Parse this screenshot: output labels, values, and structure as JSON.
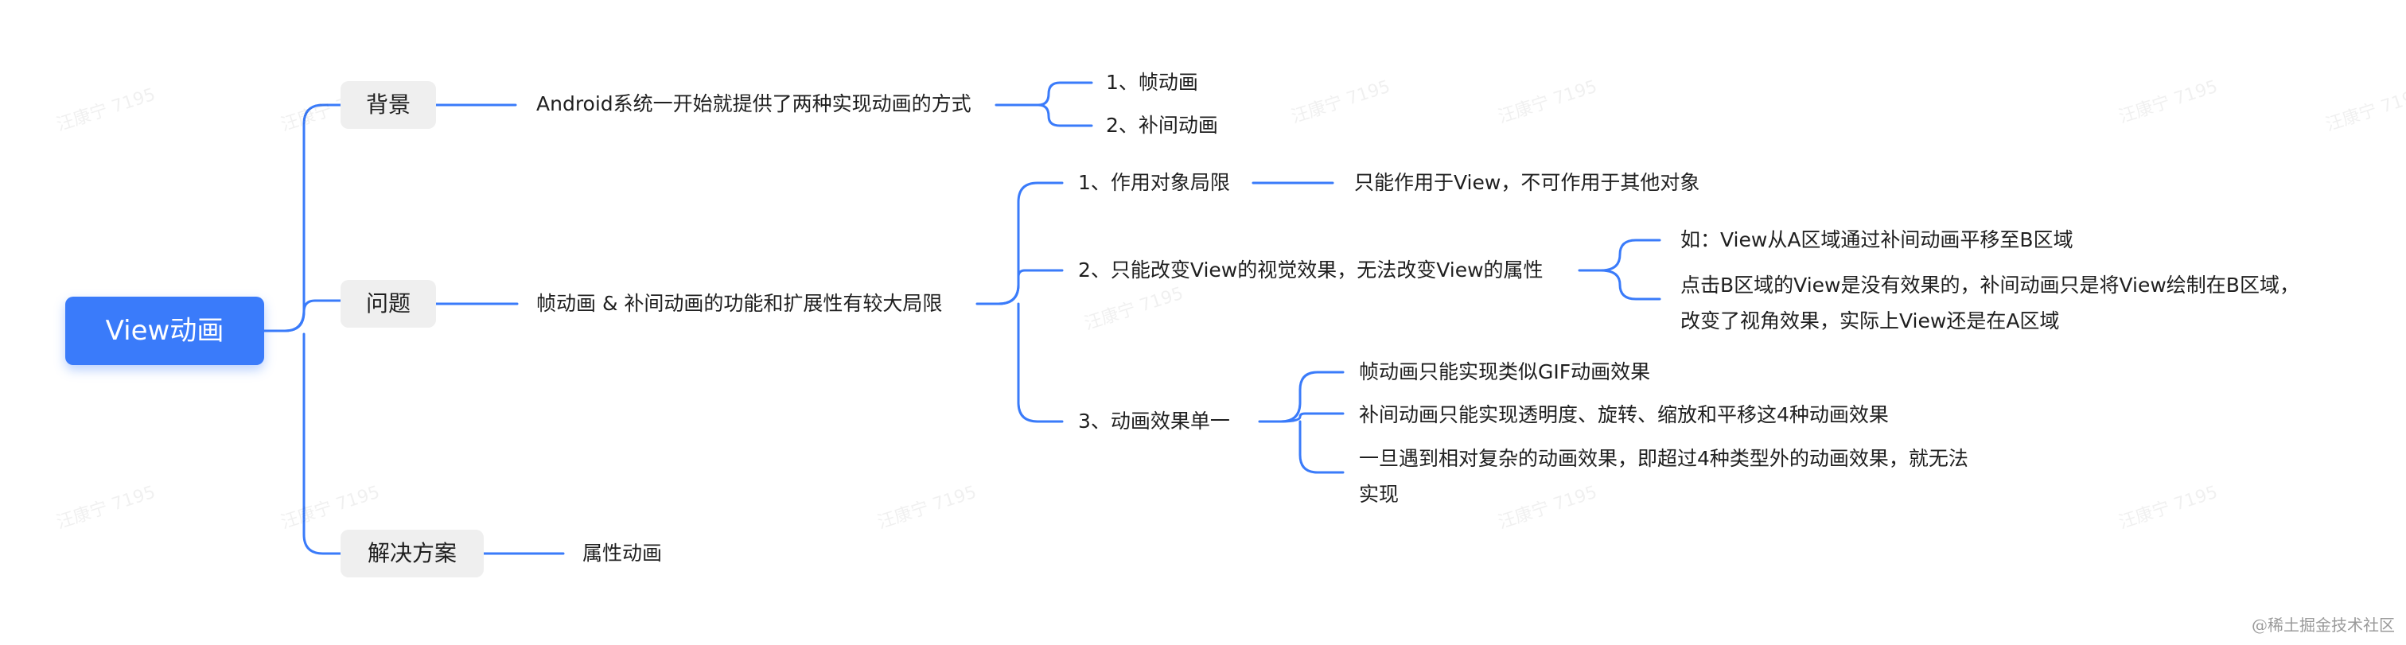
{
  "root": "View动画",
  "branches": {
    "background": {
      "label": "背景",
      "text": "Android系统一开始就提供了两种实现动画的方式",
      "children": [
        "1、帧动画",
        "2、补间动画"
      ]
    },
    "problem": {
      "label": "问题",
      "text": "帧动画 & 补间动画的功能和扩展性有较大局限",
      "items": [
        {
          "label": "1、作用对象局限",
          "children": [
            "只能作用于View，不可作用于其他对象"
          ]
        },
        {
          "label": "2、只能改变View的视觉效果，无法改变View的属性",
          "children": [
            "如：View从A区域通过补间动画平移至B区域",
            "点击B区域的View是没有效果的，补间动画只是将View绘制在B区域，",
            "改变了视角效果，实际上View还是在A区域"
          ]
        },
        {
          "label": "3、动画效果单一",
          "children": [
            "帧动画只能实现类似GIF动画效果",
            "补间动画只能实现透明度、旋转、缩放和平移这4种动画效果",
            "一旦遇到相对复杂的动画效果，即超过4种类型外的动画效果，就无法",
            "实现"
          ]
        }
      ]
    },
    "solution": {
      "label": "解决方案",
      "text": "属性动画"
    }
  },
  "watermark": "汪康宁 7195",
  "credit": "@稀土掘金技术社区",
  "colors": {
    "root_fill": "#3a7bfa",
    "edge": "#3a7bfa",
    "pill_fill": "#efefef"
  }
}
